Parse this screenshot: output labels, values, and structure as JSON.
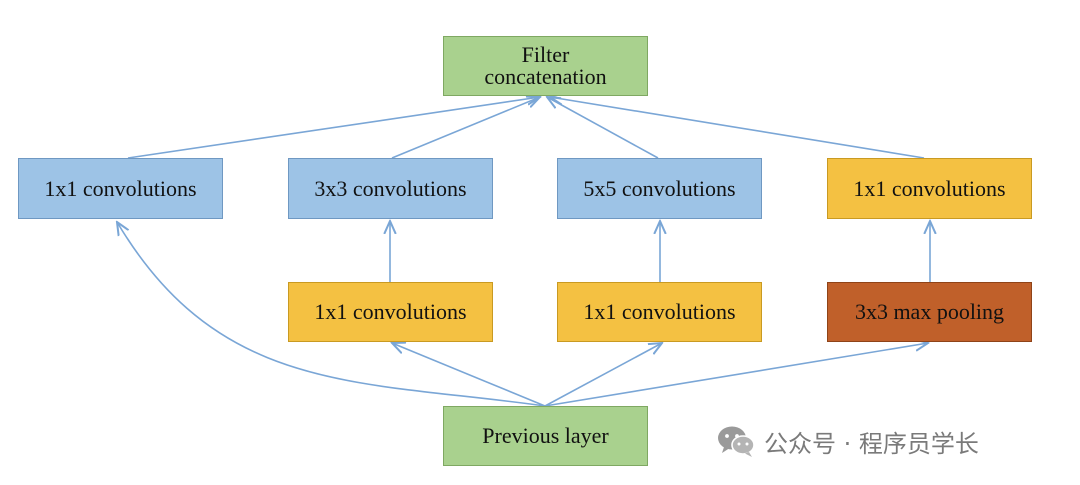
{
  "diagram": {
    "nodes": {
      "filter_concat": {
        "line1": "Filter",
        "line2": "concatenation"
      },
      "conv1x1_a": {
        "label": "1x1 convolutions"
      },
      "conv3x3": {
        "label": "3x3 convolutions"
      },
      "conv5x5": {
        "label": "5x5 convolutions"
      },
      "conv1x1_d": {
        "label": "1x1 convolutions"
      },
      "conv1x1_b": {
        "label": "1x1 convolutions"
      },
      "conv1x1_c": {
        "label": "1x1 convolutions"
      },
      "maxpool": {
        "label": "3x3 max pooling"
      },
      "previous_layer": {
        "label": "Previous layer"
      }
    },
    "edges": [
      {
        "from": "conv1x1_a",
        "to": "filter_concat"
      },
      {
        "from": "conv3x3",
        "to": "filter_concat"
      },
      {
        "from": "conv5x5",
        "to": "filter_concat"
      },
      {
        "from": "conv1x1_d",
        "to": "filter_concat"
      },
      {
        "from": "conv1x1_b",
        "to": "conv3x3"
      },
      {
        "from": "conv1x1_c",
        "to": "conv5x5"
      },
      {
        "from": "maxpool",
        "to": "conv1x1_d"
      },
      {
        "from": "previous_layer",
        "to": "conv1x1_a"
      },
      {
        "from": "previous_layer",
        "to": "conv1x1_b"
      },
      {
        "from": "previous_layer",
        "to": "conv1x1_c"
      },
      {
        "from": "previous_layer",
        "to": "maxpool"
      }
    ],
    "colors": {
      "green": "#a9d18e",
      "blue": "#9dc3e6",
      "yellow": "#f4c142",
      "orange": "#c0602a",
      "edge": "#7aa6d6"
    }
  },
  "watermark": {
    "icon": "wechat-icon",
    "text": "公众号 · 程序员学长"
  }
}
